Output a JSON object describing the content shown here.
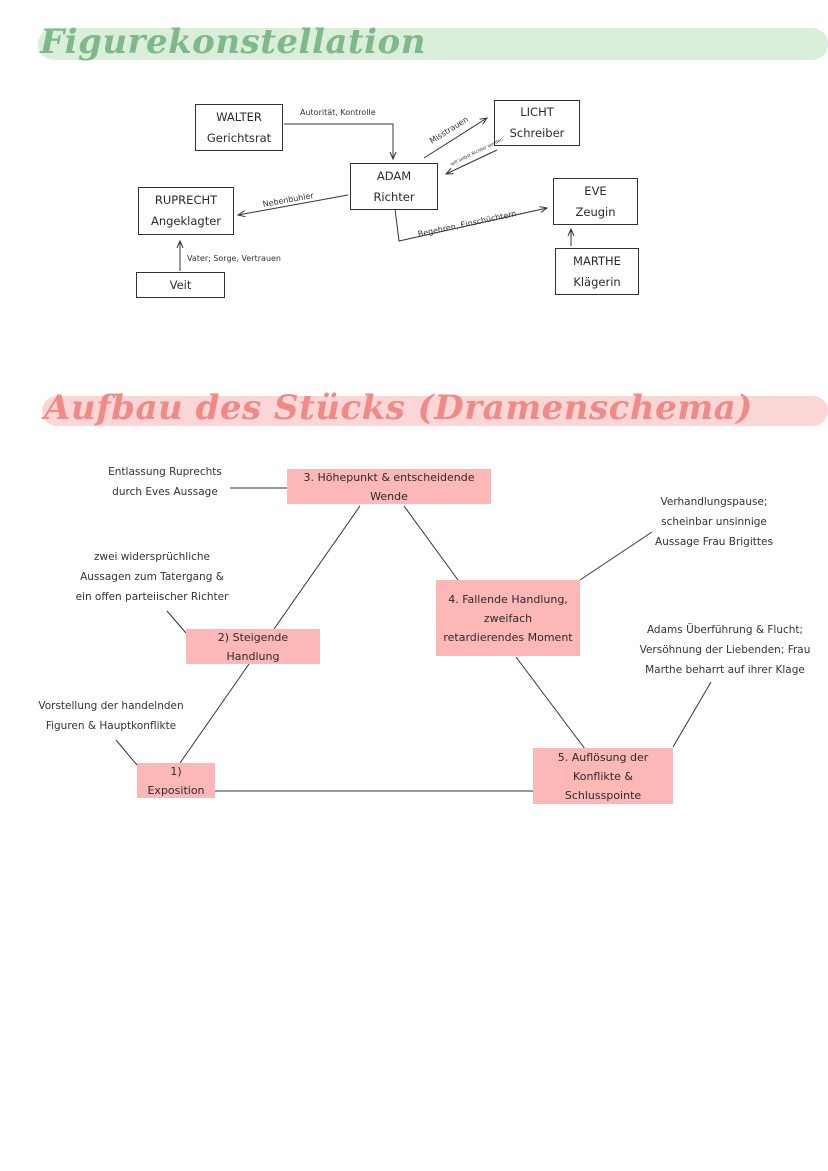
{
  "section1": {
    "title": "Figurekonstellation",
    "boxes": {
      "walter": {
        "name": "WALTER",
        "role": "Gerichtsrat"
      },
      "licht": {
        "name": "LICHT",
        "role": "Schreiber"
      },
      "adam": {
        "name": "ADAM",
        "role": "Richter"
      },
      "ruprecht": {
        "name": "RUPRECHT",
        "role": "Angeklagter"
      },
      "eve": {
        "name": "EVE",
        "role": "Zeugin"
      },
      "veit": {
        "name": "Veit"
      },
      "marthe": {
        "name": "MARTHE",
        "role": "Klägerin"
      }
    },
    "relations": {
      "walter_adam": "Autorität, Kontrolle",
      "adam_licht": "Misstrauen",
      "licht_adam": "will selbst Richter werden",
      "adam_ruprecht": "Nebenbuhler",
      "adam_eve": "Begehren, Einschüchtern",
      "veit_ruprecht": "Vater; Sorge, Vertrauen"
    }
  },
  "section2": {
    "title": "Aufbau des Stücks (Dramenschema)",
    "stages": {
      "exposition": "1) Exposition",
      "steigende": "2) Steigende Handlung",
      "hoehepunkt": "3. Höhepunkt & entscheidende Wende",
      "fallende": "4. Fallende Handlung, zweifach retardierendes Moment",
      "aufloesung": "5. Auflösung der Konflikte & Schlusspointe"
    },
    "notes": {
      "hoehepunkt": [
        "Entlassung Ruprechts",
        "durch Eves Aussage"
      ],
      "steigende": [
        "zwei widersprüchliche",
        "Aussagen zum Tatergang &",
        "ein offen parteiischer Richter"
      ],
      "exposition": [
        "Vorstellung der handelnden",
        "Figuren & Hauptkonflikte"
      ],
      "fallende": [
        "Verhandlungspause;",
        "scheinbar unsinnige",
        "Aussage Frau Brigittes"
      ],
      "aufloesung": [
        "Adams Überführung & Flucht;",
        "Versöhnung der Liebenden; Frau",
        "Marthe beharrt auf ihrer Klage"
      ]
    }
  },
  "colors": {
    "heading1_band": "#d9eedb",
    "heading1_text": "#7fb889",
    "heading2_band": "#fbd6d6",
    "heading2_text": "#f08a86",
    "stage_box": "#fbb8b6"
  }
}
